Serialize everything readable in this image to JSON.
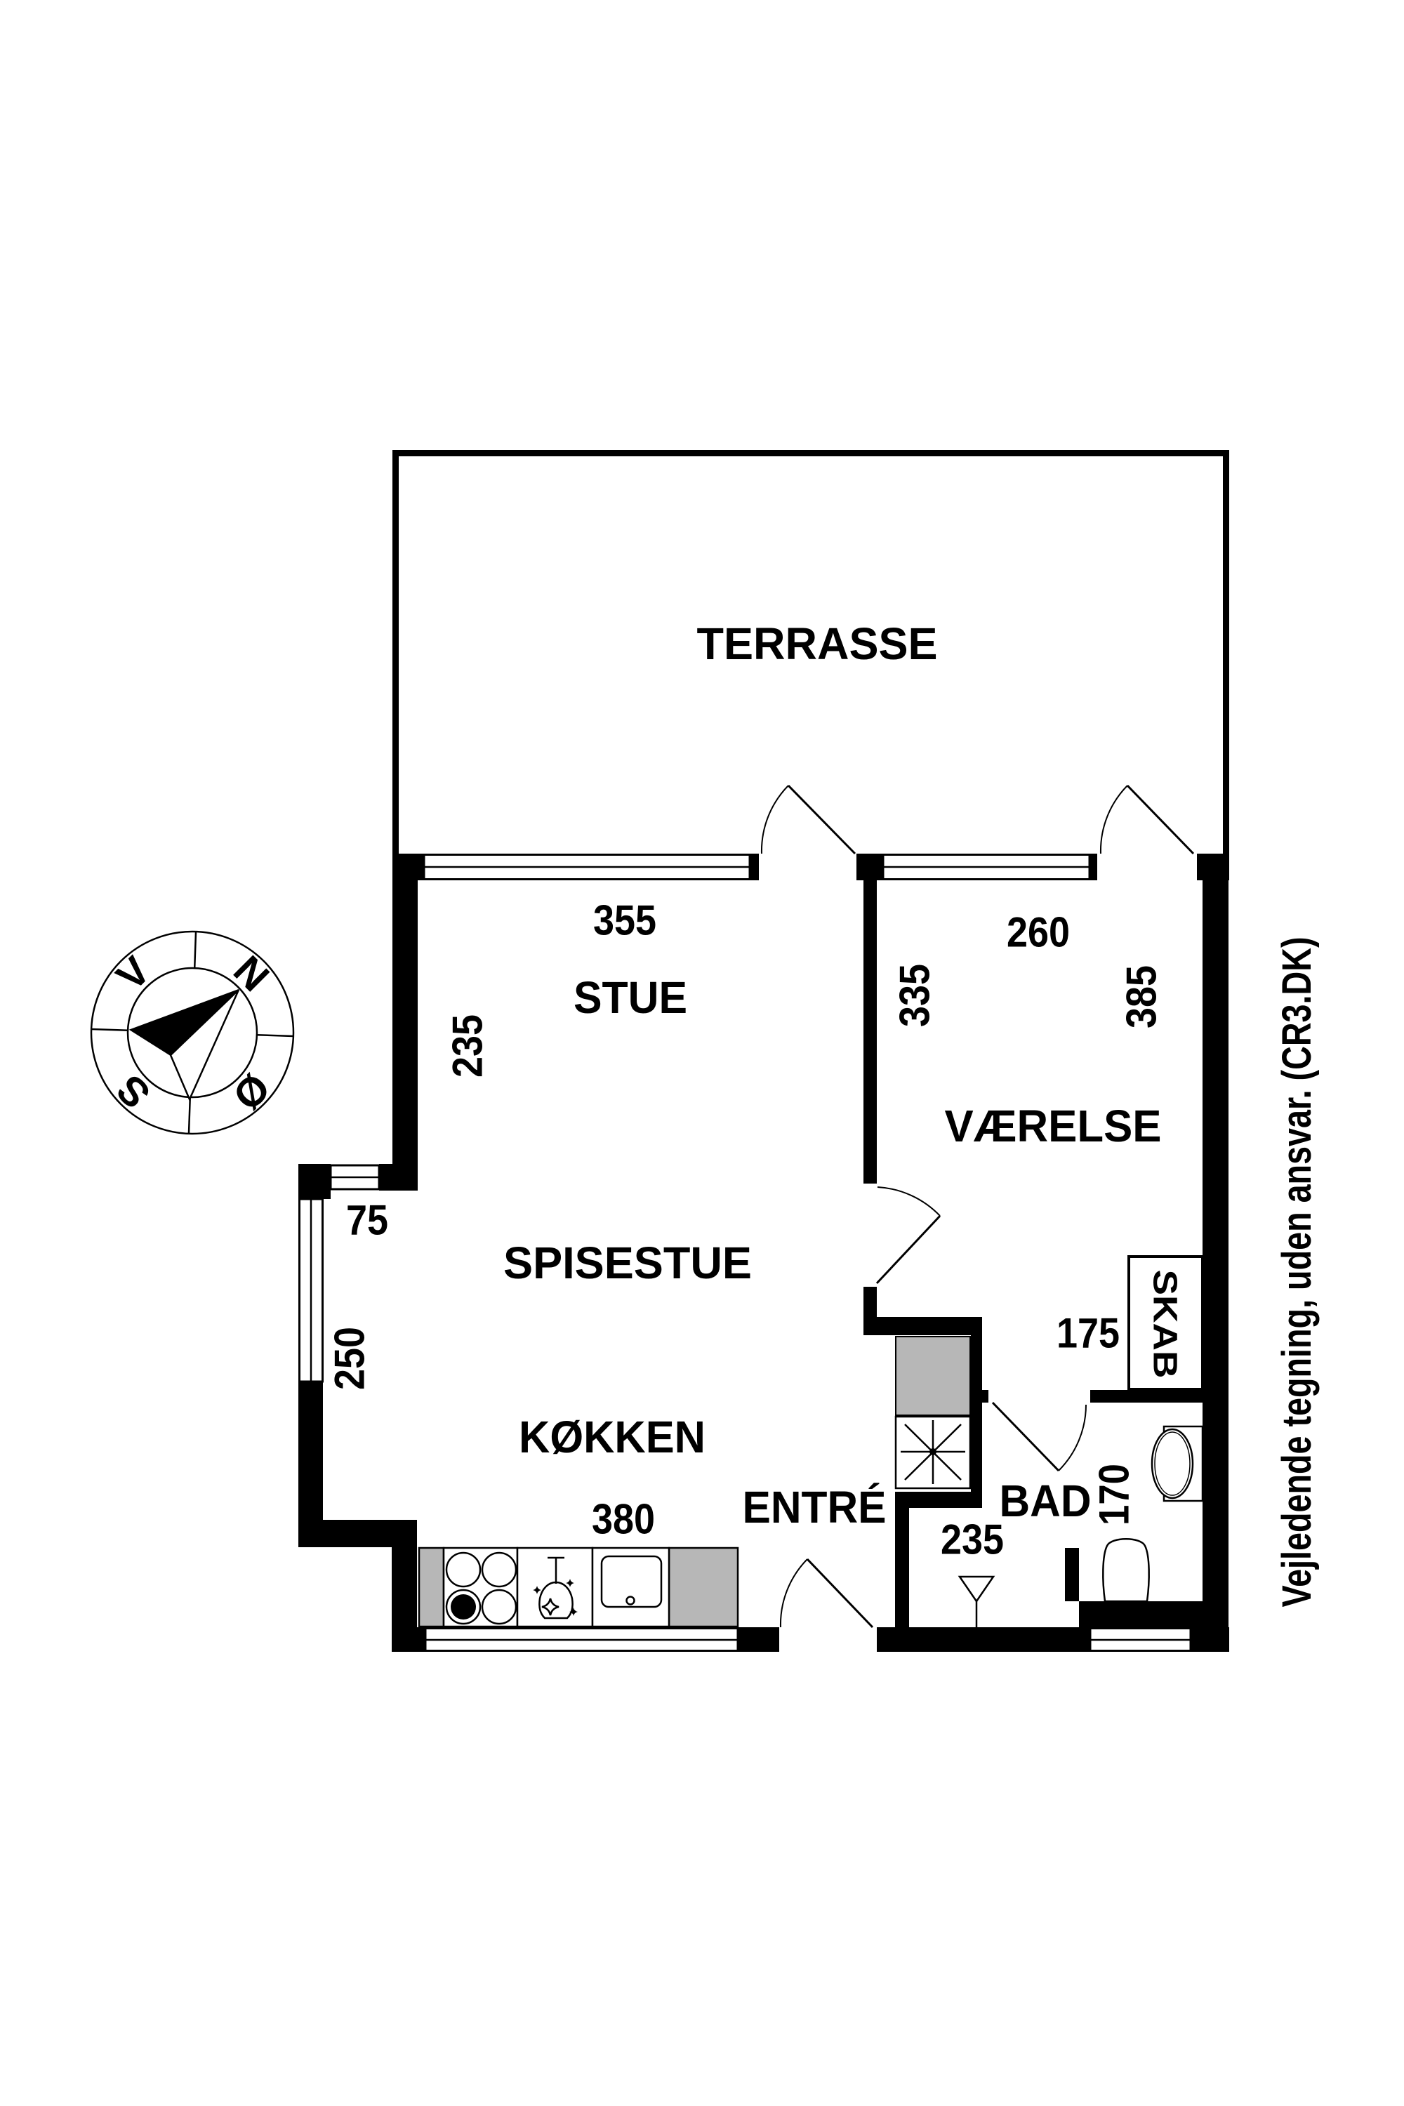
{
  "plan": {
    "labels": {
      "terrasse": "TERRASSE",
      "stue": "STUE",
      "spisestue": "SPISESTUE",
      "kokken": "KØKKEN",
      "entre": "ENTRÉ",
      "bad": "BAD",
      "vaerelse": "VÆRELSE",
      "skab": "SKAB"
    },
    "dims": {
      "stue_width": "355",
      "stue_depth": "235",
      "vaerelse_width": "260",
      "vaerelse_depth_left": "335",
      "vaerelse_depth_right": "385",
      "step_window": "75",
      "spisestue_window": "250",
      "kokken_width": "380",
      "entre_passage": "175",
      "bad_width": "235",
      "bad_depth": "170"
    },
    "compass": {
      "north": "N",
      "east": "Ø",
      "south": "S",
      "west": "V"
    },
    "disclaimer": "Vejledende tegning, uden ansvar. (CR3.DK)",
    "colors": {
      "wall": "#000000",
      "counter": "#b7b7b7",
      "background": "#ffffff"
    }
  }
}
